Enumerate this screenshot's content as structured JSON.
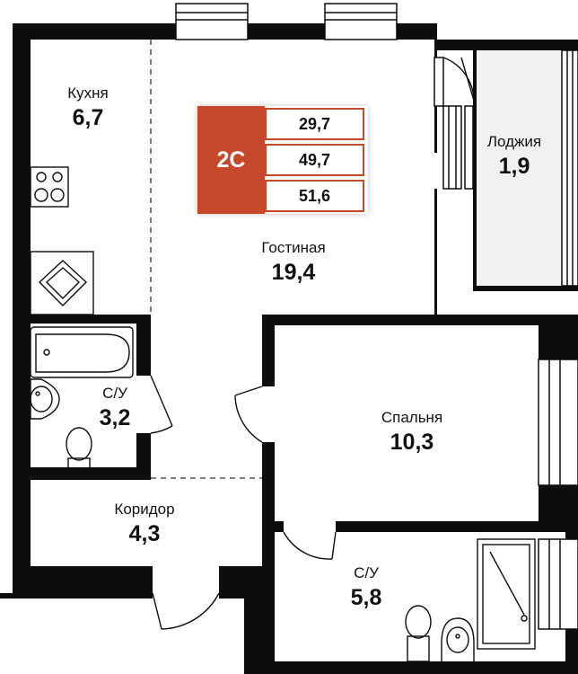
{
  "badge": {
    "type": "2С",
    "living_area": "29,7",
    "total_area": "49,7",
    "total_with_loggia": "51,6",
    "accent_color": "#c7472b"
  },
  "rooms": {
    "kitchen": {
      "name": "Кухня",
      "area": "6,7"
    },
    "living": {
      "name": "Гостиная",
      "area": "19,4"
    },
    "loggia": {
      "name": "Лоджия",
      "area": "1,9"
    },
    "bath1": {
      "name": "С/У",
      "area": "3,2"
    },
    "bedroom": {
      "name": "Спальня",
      "area": "10,3"
    },
    "corridor": {
      "name": "Коридор",
      "area": "4,3"
    },
    "bath2": {
      "name": "С/У",
      "area": "5,8"
    }
  },
  "icons": [
    "stove-icon",
    "sink-icon",
    "bathtub-icon",
    "washbasin-icon",
    "toilet-icon",
    "shower-icon",
    "door-icon",
    "window-icon"
  ]
}
